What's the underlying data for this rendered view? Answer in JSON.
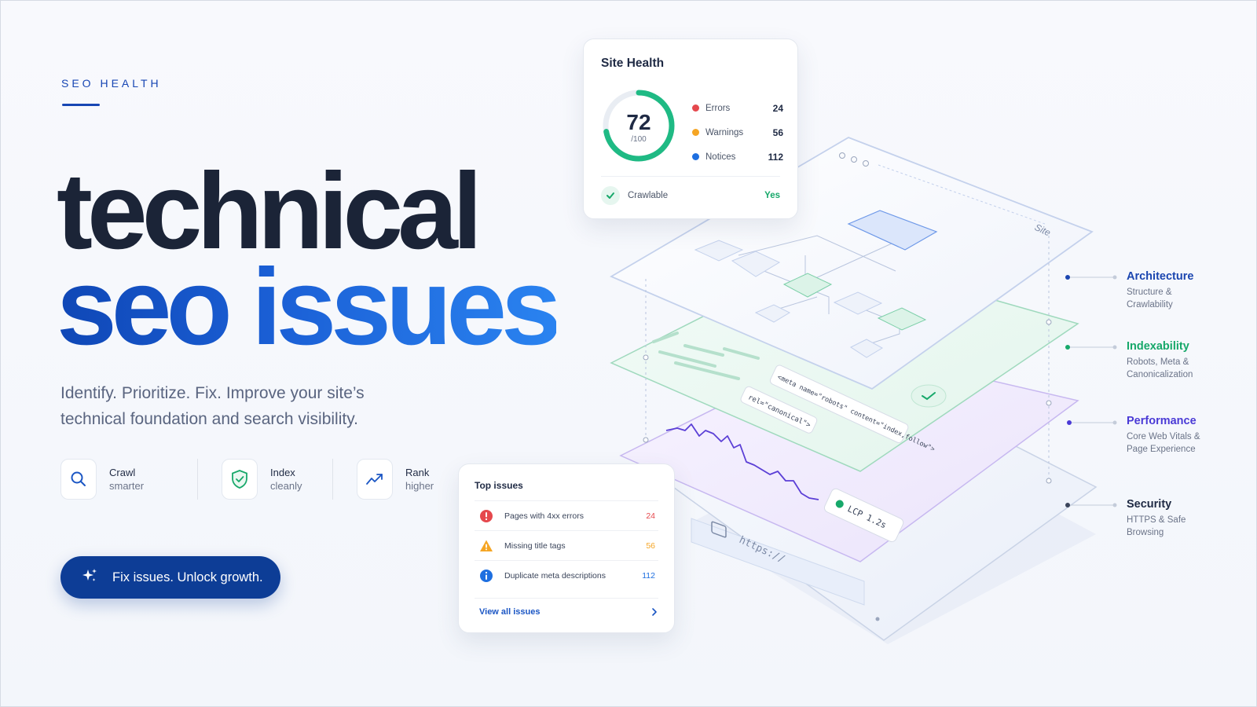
{
  "eyebrow": "SEO HEALTH",
  "headline": {
    "line1": "technical",
    "line2": "seo issues"
  },
  "subtitle": {
    "line1": "Identify. Prioritize. Fix. Improve your site’s",
    "line2": "technical foundation and search visibility."
  },
  "features": [
    {
      "icon": "search-icon",
      "title": "Crawl",
      "sub": "smarter"
    },
    {
      "icon": "shield-check-icon",
      "title": "Index",
      "sub": "cleanly"
    },
    {
      "icon": "trending-up-icon",
      "title": "Rank",
      "sub": "higher"
    }
  ],
  "cta": {
    "label": "Fix issues. Unlock growth.",
    "icon": "sparkles-icon"
  },
  "site_health": {
    "title": "Site Health",
    "score": "72",
    "max": "/100",
    "score_fraction": 0.72,
    "legend": [
      {
        "label": "Errors",
        "value": "24",
        "color": "#e5484d"
      },
      {
        "label": "Warnings",
        "value": "56",
        "color": "#f5a524"
      },
      {
        "label": "Notices",
        "value": "112",
        "color": "#1e6fe0"
      }
    ],
    "crawlable_label": "Crawlable",
    "crawlable_value": "Yes"
  },
  "top_issues": {
    "title": "Top issues",
    "items": [
      {
        "label": "Pages with 4xx errors",
        "count": "24",
        "icon": "error-icon",
        "color": "#e5484d"
      },
      {
        "label": "Missing title tags",
        "count": "56",
        "icon": "warning-icon",
        "color": "#f5a524"
      },
      {
        "label": "Duplicate meta descriptions",
        "count": "112",
        "icon": "info-icon",
        "color": "#1e6fe0"
      }
    ],
    "view_all": "View all issues"
  },
  "layers": {
    "site_label": "Site",
    "meta_robots": "<meta name=\"robots\" content=\"index,follow\">",
    "canonical": "rel=\"canonical\">",
    "lcp": "LCP 1.2s",
    "https": "https://"
  },
  "side_labels": [
    {
      "title": "Architecture",
      "sub1": "Structure &",
      "sub2": "Crawlability",
      "color": "#1b46b0"
    },
    {
      "title": "Indexability",
      "sub1": "Robots, Meta &",
      "sub2": "Canonicalization",
      "color": "#17a86a"
    },
    {
      "title": "Performance",
      "sub1": "Core Web Vitals &",
      "sub2": "Page Experience",
      "color": "#4a3ad6"
    },
    {
      "title": "Security",
      "sub1": "HTTPS & Safe",
      "sub2": "Browsing",
      "color": "#1f2a44"
    }
  ],
  "colors": {
    "brand": "#0d3d96",
    "accent": "#1e6fe0",
    "success": "#17a86a"
  }
}
